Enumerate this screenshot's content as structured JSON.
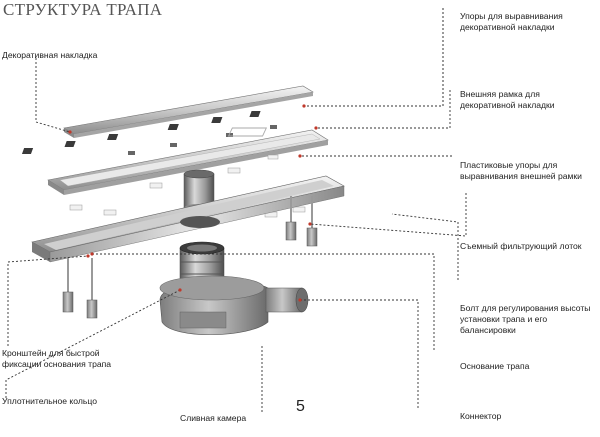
{
  "title": "СТРУКТУРА ТРАПА",
  "page_number": "5",
  "labels": {
    "decor_overlay": "Декоративная накладка",
    "decor_stops_1": "Упоры для выравнивания",
    "decor_stops_2": "декоративной накладки",
    "outer_frame_1": "Внешняя рамка для",
    "outer_frame_2": "декоративной накладки",
    "plastic_stops_1": "Пластиковые упоры для",
    "plastic_stops_2": "выравнивания внешней рамки",
    "filter_tray": "Съемный фильтрующий лоток",
    "bolt_1": "Болт для регулирования высоты",
    "bolt_2": "установки трапа и его",
    "bolt_3": "балансировки",
    "base": "Основание трапа",
    "connector": "Коннектор",
    "bracket_1": "Кронштейн для быстрой",
    "bracket_2": "фиксации основания трапа",
    "seal_ring": "Уплотнительное кольцо",
    "drain_chamber": "Сливная камера"
  }
}
